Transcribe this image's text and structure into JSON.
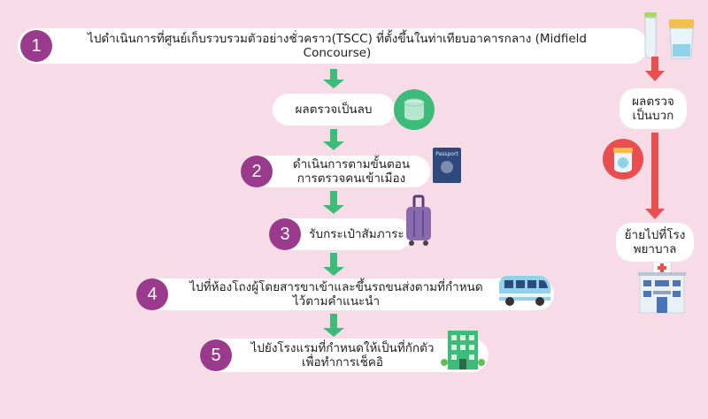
{
  "steps": [
    {
      "number": "1",
      "text": "ไปดำเนินการที่ศูนย์เก็บรวบรวมตัวอย่างชั่วคราว(TSCC) ที่ตั้งขึ้นในท่าเทียบอาคารกลาง (Midfield Concourse)"
    },
    {
      "number": "2",
      "line1": "ดำเนินการตามขั้นตอน",
      "line2": "การตรวจคนเข้าเมือง"
    },
    {
      "number": "3",
      "text": "รับกระเป๋าสัมภาระ"
    },
    {
      "number": "4",
      "line1": "ไปที่ห้องโถงผู้โดยสารขาเข้าและขึ้นรถขนส่งตามที่กำหนด",
      "line2": "ไว้ตามคำแนะนำ"
    },
    {
      "number": "5",
      "line1": "ไปยังโรงแรมที่กำหนดให้เป็นที่กักตัว",
      "line2": "เพื่อทำการเช็คอิ"
    }
  ],
  "negative_result": "ผลตรวจเป็นลบ",
  "positive_result": {
    "line1": "ผลตรวจ",
    "line2": "เป็นบวก"
  },
  "hospital_transfer": {
    "line1": "ย้ายไปที่โรง",
    "line2": "พยาบาล"
  },
  "passport_label": "Passport",
  "icons": [
    "test-tubes-icon",
    "green-container-icon",
    "passport-icon",
    "suitcase-icon",
    "van-icon",
    "hotel-icon",
    "red-container-icon",
    "hospital-icon"
  ],
  "colors": {
    "background": "#f7dbe7",
    "number_circle": "#9a3a8c",
    "flow_arrow": "#3dbb78",
    "positive_arrow": "#e94f4f"
  }
}
